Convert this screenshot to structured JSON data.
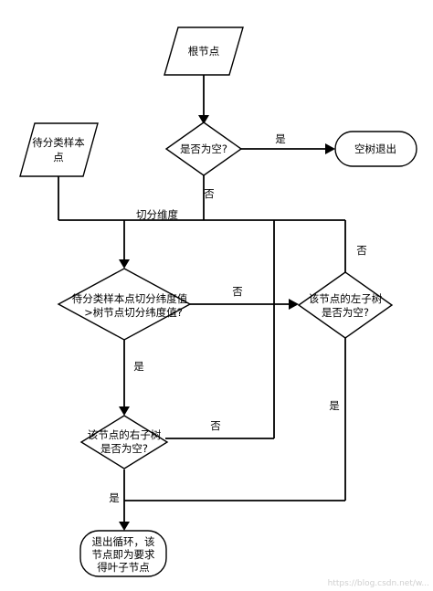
{
  "nodes": {
    "root_input": "根节点",
    "sample_input": [
      "待分类样本",
      "点"
    ],
    "is_empty": "是否为空?",
    "empty_exit": "空树退出",
    "compare": [
      "待分类样本点切分纬度值",
      ">树节点切分纬度值?"
    ],
    "left_empty": [
      "该节点的左子树",
      "是否为空?"
    ],
    "right_empty": [
      "该节点的右子树",
      "是否为空?"
    ],
    "exit_loop": [
      "退出循环，该",
      "节点即为要求",
      "得叶子节点"
    ]
  },
  "edge_labels": {
    "empty_yes": "是",
    "empty_no": "否",
    "split_dim": "切分维度",
    "compare_no": "否",
    "compare_yes": "是",
    "left_no": "否",
    "left_yes": "是",
    "right_no": "否",
    "right_yes": "是"
  },
  "watermark": "https://blog.csdn.net/w...",
  "colors": {
    "stroke": "#000000",
    "fill": "#ffffff"
  }
}
